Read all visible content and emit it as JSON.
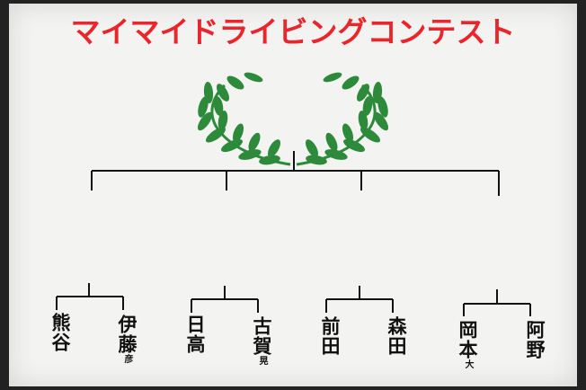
{
  "title": "マイマイドライビングコンテスト",
  "colors": {
    "title": "#e8262c",
    "laurel": "#2d8a3a",
    "paper": "#f3f3f1",
    "ink": "#111111"
  },
  "players": [
    {
      "main": "熊谷",
      "suffix": ""
    },
    {
      "main": "伊藤",
      "suffix": "彦"
    },
    {
      "main": "日高",
      "suffix": ""
    },
    {
      "main": "古賀",
      "suffix": "晃"
    },
    {
      "main": "前田",
      "suffix": ""
    },
    {
      "main": "森田",
      "suffix": ""
    },
    {
      "main": "岡本",
      "suffix": "大"
    },
    {
      "main": "阿野",
      "suffix": ""
    }
  ],
  "icons": {
    "laurel": "laurel-wreath-icon"
  }
}
